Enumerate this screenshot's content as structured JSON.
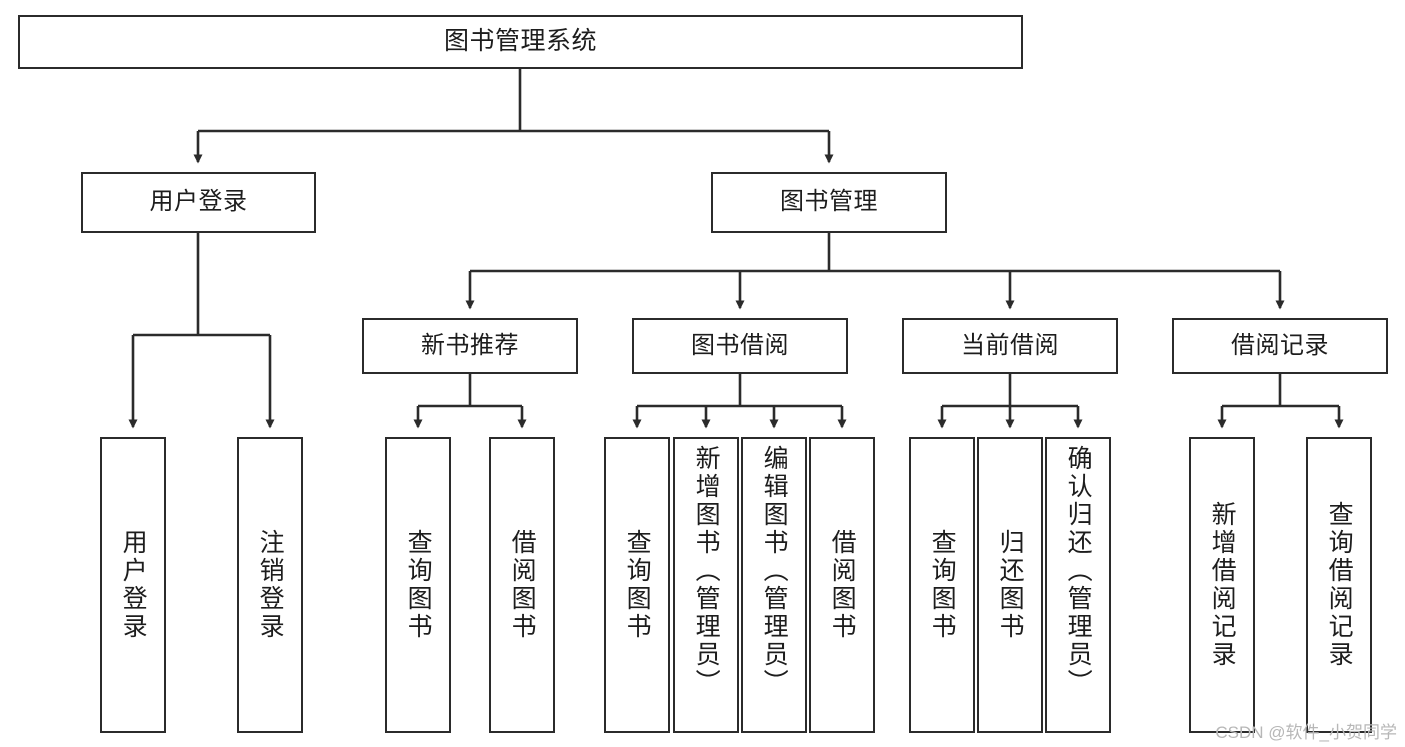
{
  "diagram": {
    "title": "图书管理系统",
    "type": "hierarchy-tree",
    "watermark": "CSDN @软件_小贺同学",
    "colors": {
      "stroke": "#2b2b2b",
      "fill": "#ffffff",
      "text": "#1d1d1d",
      "watermark": "#b7b7b7"
    },
    "nodes": {
      "root": {
        "label": "图书管理系统"
      },
      "level2": [
        {
          "id": "user-login",
          "label": "用户登录"
        },
        {
          "id": "book-manage",
          "label": "图书管理"
        }
      ],
      "level3": [
        {
          "id": "new-book-recommend",
          "label": "新书推荐"
        },
        {
          "id": "book-borrow",
          "label": "图书借阅"
        },
        {
          "id": "current-borrow",
          "label": "当前借阅"
        },
        {
          "id": "borrow-record",
          "label": "借阅记录"
        }
      ],
      "leaves": {
        "user_login": [
          {
            "id": "leaf-user-login",
            "label": "用户登录"
          },
          {
            "id": "leaf-logout-login",
            "label": "注销登录"
          }
        ],
        "new_book_recommend": [
          {
            "id": "leaf-query-book-1",
            "label": "查询图书"
          },
          {
            "id": "leaf-borrow-book-1",
            "label": "借阅图书"
          }
        ],
        "book_borrow": [
          {
            "id": "leaf-query-book-2",
            "label": "查询图书"
          },
          {
            "id": "leaf-add-book",
            "label": "新增图书（管理员）"
          },
          {
            "id": "leaf-edit-book",
            "label": "编辑图书（管理员）"
          },
          {
            "id": "leaf-borrow-book-2",
            "label": "借阅图书"
          }
        ],
        "current_borrow": [
          {
            "id": "leaf-query-book-3",
            "label": "查询图书"
          },
          {
            "id": "leaf-return-book",
            "label": "归还图书"
          },
          {
            "id": "leaf-confirm-return",
            "label": "确认归还（管理员）"
          }
        ],
        "borrow_record": [
          {
            "id": "leaf-add-record",
            "label": "新增借阅记录"
          },
          {
            "id": "leaf-query-record",
            "label": "查询借阅记录"
          }
        ]
      }
    }
  }
}
